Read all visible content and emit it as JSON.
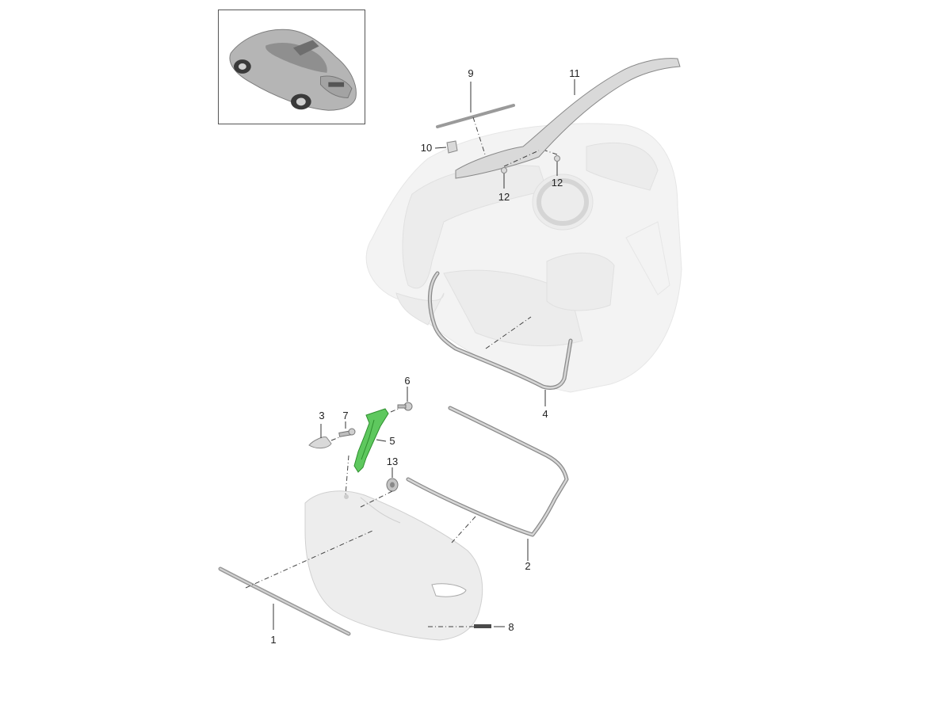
{
  "diagram": {
    "callouts": [
      {
        "id": "c1",
        "label": "1"
      },
      {
        "id": "c2",
        "label": "2"
      },
      {
        "id": "c3",
        "label": "3"
      },
      {
        "id": "c4",
        "label": "4"
      },
      {
        "id": "c5",
        "label": "5"
      },
      {
        "id": "c6",
        "label": "6"
      },
      {
        "id": "c7",
        "label": "7"
      },
      {
        "id": "c8",
        "label": "8"
      },
      {
        "id": "c9",
        "label": "9"
      },
      {
        "id": "c10",
        "label": "10"
      },
      {
        "id": "c11",
        "label": "11"
      },
      {
        "id": "c12a",
        "label": "12"
      },
      {
        "id": "c12b",
        "label": "12"
      },
      {
        "id": "c13",
        "label": "13"
      }
    ],
    "highlighted_part": "5",
    "colors": {
      "highlight": "#5ec85e",
      "ghost_body": "#ececec",
      "part_gray": "#d9d9d9"
    }
  }
}
